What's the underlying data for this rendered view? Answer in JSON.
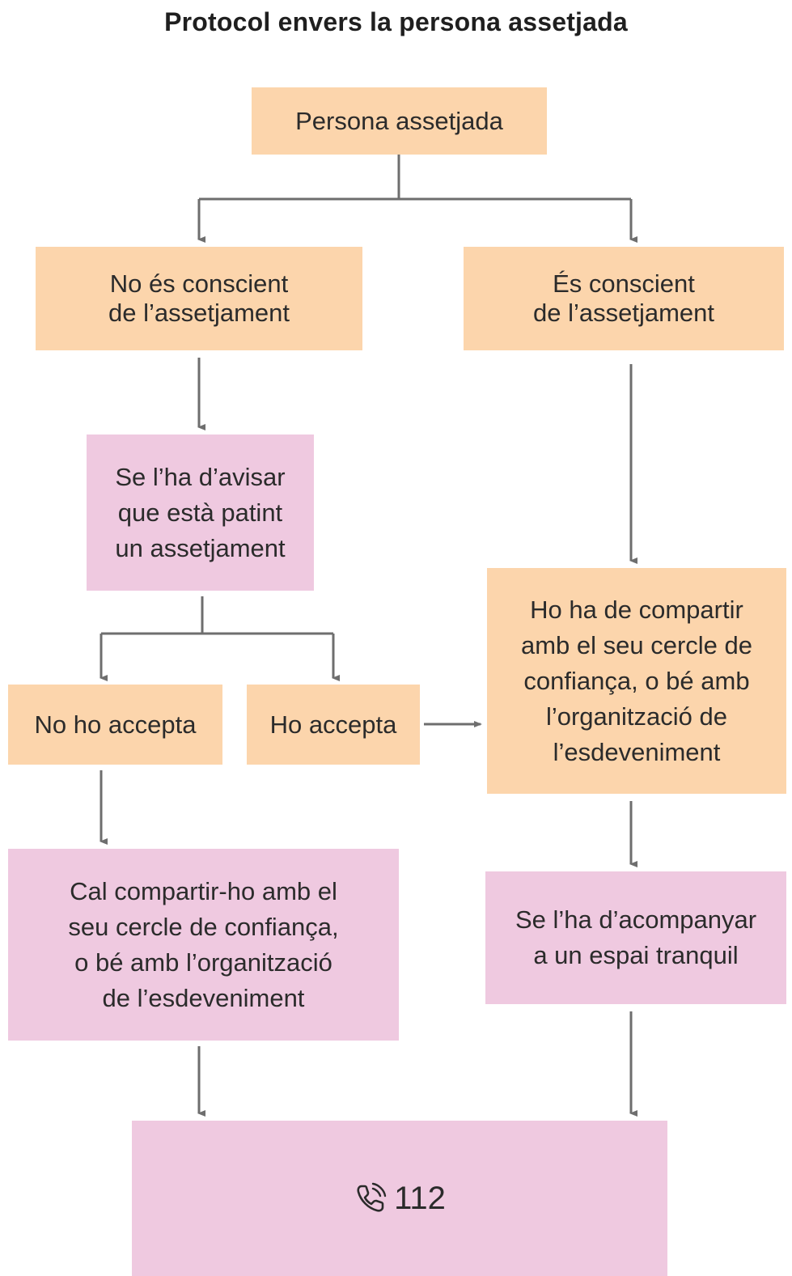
{
  "title": "Protocol envers la persona assetjada",
  "nodes": {
    "root": {
      "lines": [
        "Persona assetjada"
      ]
    },
    "not_aware": {
      "lines": [
        "No és conscient",
        "de l’assetjament"
      ]
    },
    "aware": {
      "lines": [
        "És conscient",
        "de l’assetjament"
      ]
    },
    "warn": {
      "lines": [
        "Se l’ha d’avisar",
        "que està patint",
        "un assetjament"
      ]
    },
    "not_accept": {
      "lines": [
        "No ho accepta"
      ]
    },
    "accept": {
      "lines": [
        "Ho accepta"
      ]
    },
    "share_aware": {
      "lines": [
        "Ho ha de compartir",
        "amb el seu cercle de",
        "confiança, o bé amb",
        "l’organització de",
        "l’esdeveniment"
      ]
    },
    "share_not_accept": {
      "lines": [
        "Cal compartir-ho amb el",
        "seu cercle de confiança,",
        "o bé amb l’organització",
        "de l’esdeveniment"
      ]
    },
    "accompany": {
      "lines": [
        "Se l’ha d’acompanyar",
        "a un espai tranquil"
      ]
    },
    "emergency": {
      "icon": "phone-icon",
      "number": "112"
    }
  },
  "colors": {
    "orange": "#fcd5ac",
    "pink": "#efc9e0",
    "connector": "#6e6e6e"
  }
}
